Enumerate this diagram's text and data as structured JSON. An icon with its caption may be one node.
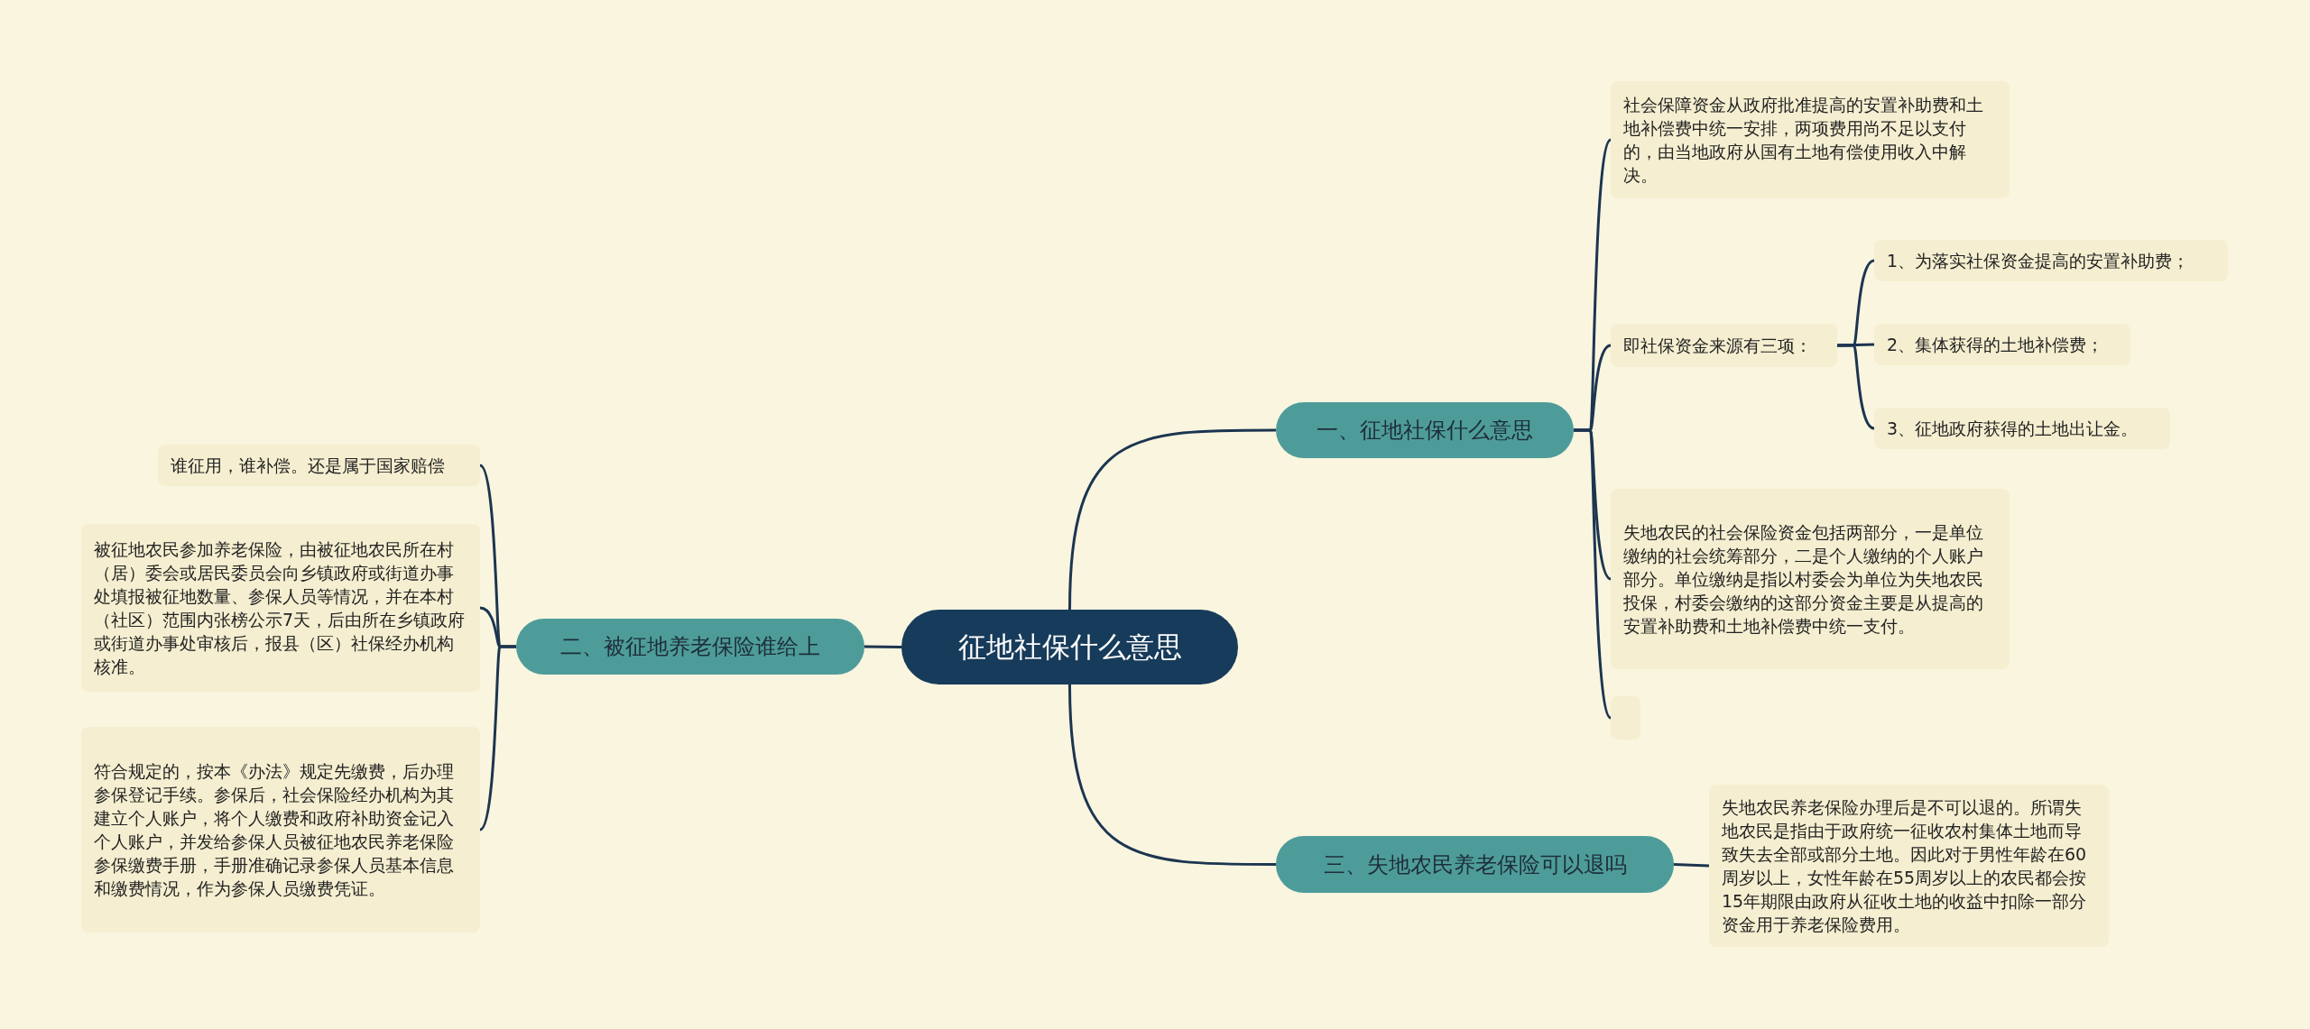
{
  "diagram": {
    "nodes": [
      {
        "text": [
          "征地社保什么意思"
        ]
      },
      {
        "text": [
          "一、征地社保什么意思"
        ]
      },
      {
        "text": [
          "社会保障资金从政府批准提高的安置补助费和土地补偿费中统一安排，两项费用尚不足以支付的，由当地政府从国有土地有偿使用收入中解决。"
        ]
      },
      {
        "text": [
          "即社保资金来源有三项："
        ]
      },
      {
        "text": [
          "1、为落实社保资金提高的安置补助费；"
        ]
      },
      {
        "text": [
          "2、集体获得的土地补偿费；"
        ]
      },
      {
        "text": [
          "3、征地政府获得的土地出让金。"
        ]
      },
      {
        "text": [
          "失地农民的社会保险资金包括两部分，一是单位缴纳的社会统筹部分，二是个人缴纳的个人账户部分。单位缴纳是指以村委会为单位为失地农民投保，村委会缴纳的这部分资金主要是从提高的安置补助费和土地补偿费中统一支付。"
        ]
      },
      {
        "text": [],
        "shape": "box"
      },
      {
        "text": [
          "二、被征地养老保险谁给上"
        ]
      },
      {
        "text": [
          "谁征用，谁补偿。还是属于国家赔偿"
        ]
      },
      {
        "text": [
          "被征地农民参加养老保险，由被征地农民所在村（居）委会或居民委员会向乡镇政府或街道办事处填报被征地数量、参保人员等情况，并在本村（社区）范围内张榜公示7天，后由所在乡镇政府或街道办事处审核后，报县（区）社保经办机构核准。"
        ]
      },
      {
        "text": [
          "符合规定的，按本《办法》规定先缴费，后办理参保登记手续。参保后，社会保险经办机构为其建立个人账户，将个人缴费和政府补助资金记入个人账户，并发给参保人员被征地农民养老保险参保缴费手册，手册准确记录参保人员基本信息和缴费情况，作为参保人员缴费凭证。"
        ]
      },
      {
        "text": [
          "三、失地农民养老保险可以退吗"
        ]
      },
      {
        "text": [
          "失地农民养老保险办理后是不可以退的。所谓失地农民是指由于政府统一征收农村集体土地而导致失去全部或部分土地。因此对于男性年龄在60周岁以上，女性年龄在55周岁以上的农民都会按15年期限由政府从征收土地的收益中扣除一部分资金用于养老保险费用。"
        ]
      }
    ],
    "edges": [
      {
        "from": 0,
        "to": 1,
        "arrow": "none"
      },
      {
        "from": 1,
        "to": 2,
        "arrow": "none"
      },
      {
        "from": 1,
        "to": 3,
        "arrow": "none"
      },
      {
        "from": 3,
        "to": 4,
        "arrow": "none"
      },
      {
        "from": 3,
        "to": 5,
        "arrow": "none"
      },
      {
        "from": 3,
        "to": 6,
        "arrow": "none"
      },
      {
        "from": 1,
        "to": 7,
        "arrow": "none"
      },
      {
        "from": 1,
        "to": 8,
        "arrow": "none"
      },
      {
        "from": 0,
        "to": 9,
        "arrow": "none"
      },
      {
        "from": 9,
        "to": 10,
        "arrow": "none"
      },
      {
        "from": 9,
        "to": 11,
        "arrow": "none"
      },
      {
        "from": 9,
        "to": 12,
        "arrow": "none"
      },
      {
        "from": 0,
        "to": 13,
        "arrow": "none"
      },
      {
        "from": 13,
        "to": 14,
        "arrow": "none"
      }
    ]
  }
}
